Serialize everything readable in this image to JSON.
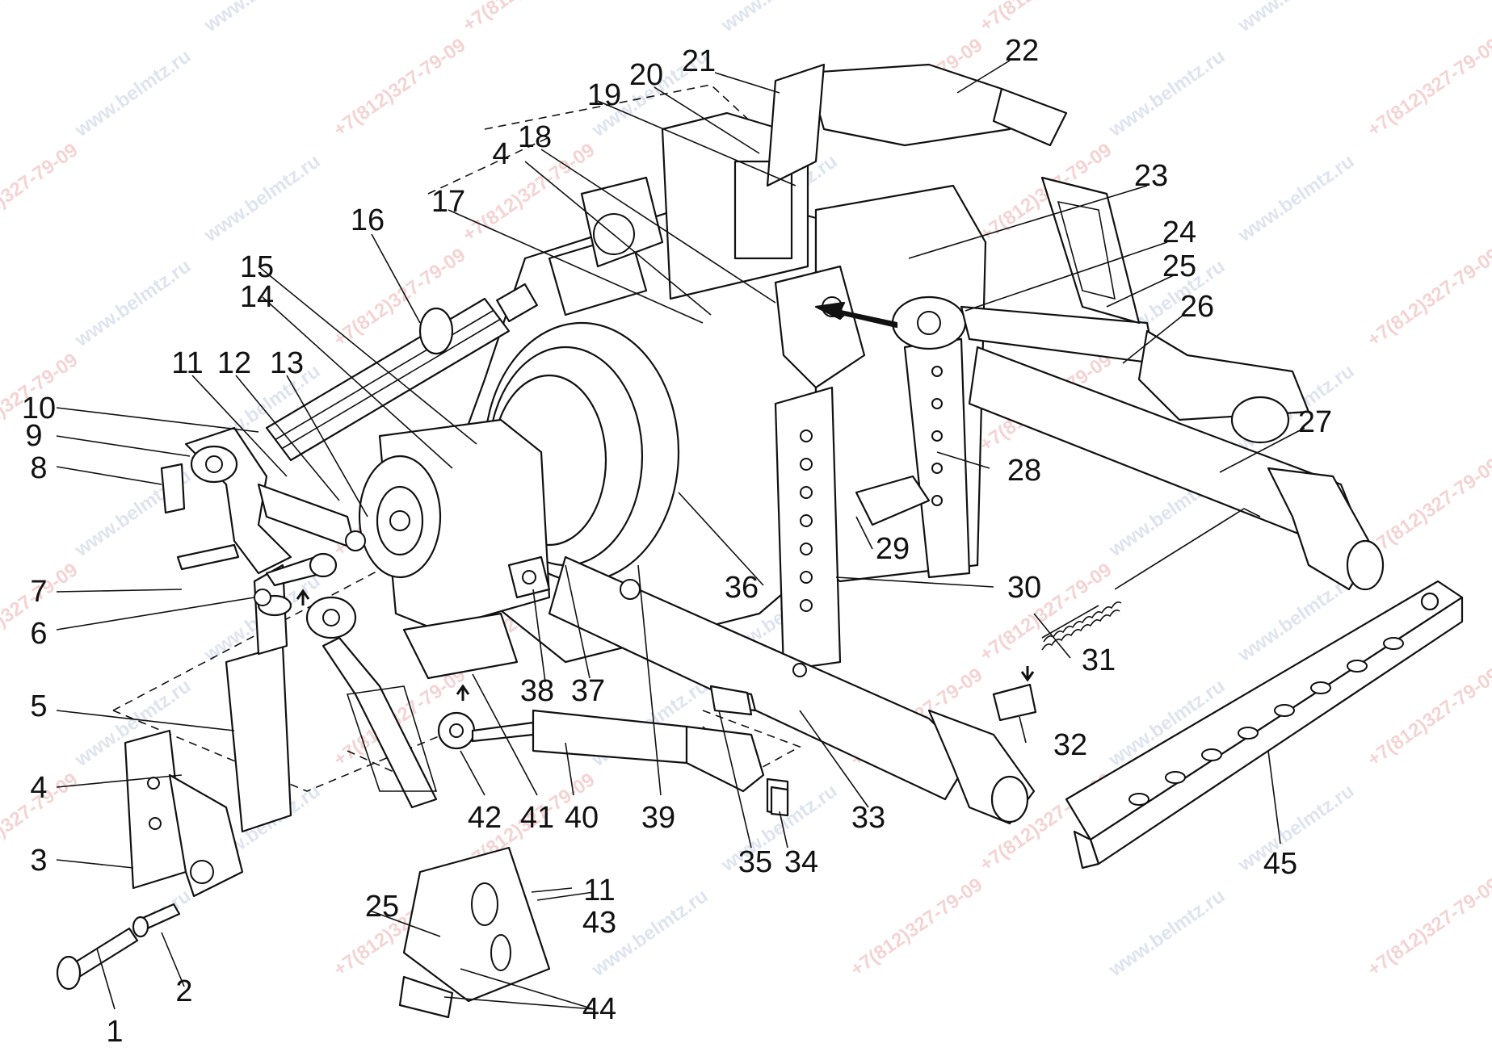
{
  "watermarks": {
    "phone": "+7(812)327-79-09",
    "site": "www.belmtz.ru",
    "phone_color": "#e8a0a0",
    "site_color": "#b8c4dc"
  },
  "callouts": [
    {
      "id": "c1",
      "text": "1"
    },
    {
      "id": "c2",
      "text": "2"
    },
    {
      "id": "c3",
      "text": "3"
    },
    {
      "id": "c4a",
      "text": "4"
    },
    {
      "id": "c4b",
      "text": "4"
    },
    {
      "id": "c5",
      "text": "5"
    },
    {
      "id": "c6",
      "text": "6"
    },
    {
      "id": "c7",
      "text": "7"
    },
    {
      "id": "c8",
      "text": "8"
    },
    {
      "id": "c9",
      "text": "9"
    },
    {
      "id": "c10",
      "text": "10"
    },
    {
      "id": "c11a",
      "text": "11"
    },
    {
      "id": "c11b",
      "text": "11"
    },
    {
      "id": "c12",
      "text": "12"
    },
    {
      "id": "c13",
      "text": "13"
    },
    {
      "id": "c14",
      "text": "14"
    },
    {
      "id": "c15",
      "text": "15"
    },
    {
      "id": "c16",
      "text": "16"
    },
    {
      "id": "c17",
      "text": "17"
    },
    {
      "id": "c18",
      "text": "18"
    },
    {
      "id": "c19",
      "text": "19"
    },
    {
      "id": "c20",
      "text": "20"
    },
    {
      "id": "c21",
      "text": "21"
    },
    {
      "id": "c22",
      "text": "22"
    },
    {
      "id": "c23",
      "text": "23"
    },
    {
      "id": "c24",
      "text": "24"
    },
    {
      "id": "c25a",
      "text": "25"
    },
    {
      "id": "c25b",
      "text": "25"
    },
    {
      "id": "c26",
      "text": "26"
    },
    {
      "id": "c27",
      "text": "27"
    },
    {
      "id": "c28",
      "text": "28"
    },
    {
      "id": "c29",
      "text": "29"
    },
    {
      "id": "c30",
      "text": "30"
    },
    {
      "id": "c31",
      "text": "31"
    },
    {
      "id": "c32",
      "text": "32"
    },
    {
      "id": "c33",
      "text": "33"
    },
    {
      "id": "c34",
      "text": "34"
    },
    {
      "id": "c35",
      "text": "35"
    },
    {
      "id": "c36",
      "text": "36"
    },
    {
      "id": "c37",
      "text": "37"
    },
    {
      "id": "c38",
      "text": "38"
    },
    {
      "id": "c39",
      "text": "39"
    },
    {
      "id": "c40",
      "text": "40"
    },
    {
      "id": "c41",
      "text": "41"
    },
    {
      "id": "c42",
      "text": "42"
    },
    {
      "id": "c43",
      "text": "43"
    },
    {
      "id": "c44",
      "text": "44"
    },
    {
      "id": "c45",
      "text": "45"
    }
  ]
}
